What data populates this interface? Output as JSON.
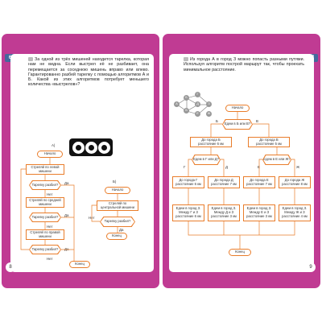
{
  "left": {
    "tab": "6",
    "page_number": "8",
    "text": "За одной из трёх мишеней находится тарелка, которая нам не видна. Если выстрел её не разбивает, она перемещается за соседнюю мишень вправо или влево. Гарантированно разбей тарелку с помощью алгоритмов А и Б. Какой из этих алгоритмов потребует меньшего количества «выстрелов»?",
    "algo_a": {
      "label": "А)",
      "start": "Начало",
      "shoot_left": "Стреляй по левой мишени",
      "broken_q": "Тарелку разбил?",
      "shoot_mid": "Стреляй по средней мишени",
      "shoot_right": "Стреляй по правой мишени",
      "end": "Конец",
      "yes": "Да",
      "no": "Нет"
    },
    "algo_b": {
      "label": "Б)",
      "start": "Начало",
      "shoot_center": "Стреляй по центральной мишени",
      "broken_q": "Тарелку разбил?",
      "end": "Конец",
      "yes": "Да",
      "no": "Нет"
    }
  },
  "right": {
    "tab": "7",
    "page_number": "9",
    "text": "Из города А в город З можно попасть разными путями. Используя алгоритм построй маршрут так, чтобы проехать минимальное расстояние.",
    "map_nodes": [
      "А",
      "Б",
      "В",
      "Г",
      "Д",
      "Е",
      "Ж",
      "З"
    ],
    "flow": {
      "start": "Начало",
      "q_ab": "Едем в Б или В?",
      "dist_b": "До города Б расстояние 6 км",
      "dist_v": "До города В расстояние 5 км",
      "q_gd": "Едем в Г или Д?",
      "q_ezh": "Едем в Е или Ж?",
      "dist_g": "До города Г расстояние 6 км",
      "dist_d": "До города Д расстояние 7 км",
      "dist_e": "До города Е расстояние 7 км",
      "dist_zh": "До города Ж расстояние 8 км",
      "go_z_gz": "Едем в город З. Между Г и З расстояние 6 км",
      "go_z_dz": "Едем в город З. Между Д и З расстояние 3 км",
      "go_z_ez": "Едем в город З. Между Е и З расстояние 3 км",
      "go_z_zhz": "Едем в город З. Между Ж и З расстояние 4 км",
      "end": "Конец",
      "b": "Б",
      "v": "В",
      "g": "Г",
      "d": "Д",
      "e": "Е",
      "zh": "Ж"
    }
  },
  "colors": {
    "page_bg": "#c03b93",
    "tab_bg": "#44689c",
    "flow_border": "#e97d2b"
  }
}
